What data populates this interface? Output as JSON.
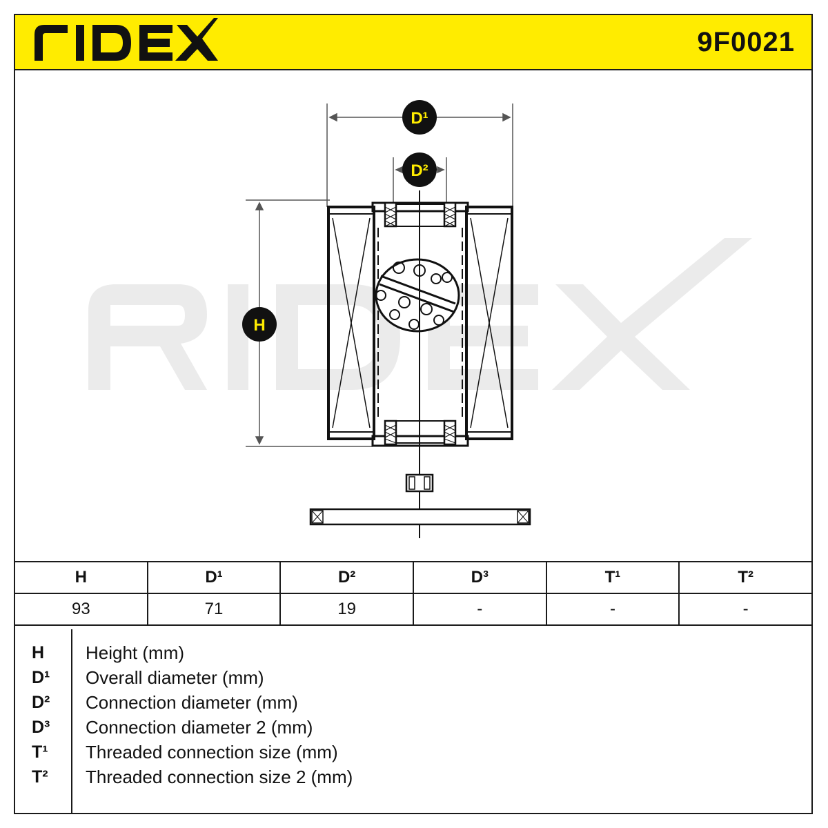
{
  "header": {
    "brand": "RIDEX",
    "part_number": "9F0021",
    "background_color": "#ffec00"
  },
  "watermark": {
    "text": "RIDEX",
    "color": "#ebebeb"
  },
  "drawing": {
    "callouts": {
      "d1": "D¹",
      "d2": "D²",
      "h": "H"
    },
    "callout_fill": "#111111",
    "callout_text_color": "#ffec00"
  },
  "specs": {
    "headers": [
      "H",
      "D¹",
      "D²",
      "D³",
      "T¹",
      "T²"
    ],
    "values": [
      "93",
      "71",
      "19",
      "-",
      "-",
      "-"
    ]
  },
  "legend": [
    {
      "key": "H",
      "desc": "Height (mm)"
    },
    {
      "key": "D¹",
      "desc": "Overall diameter (mm)"
    },
    {
      "key": "D²",
      "desc": "Connection diameter (mm)"
    },
    {
      "key": "D³",
      "desc": "Connection diameter 2 (mm)"
    },
    {
      "key": "T¹",
      "desc": "Threaded connection size (mm)"
    },
    {
      "key": "T²",
      "desc": "Threaded connection size 2 (mm)"
    }
  ]
}
